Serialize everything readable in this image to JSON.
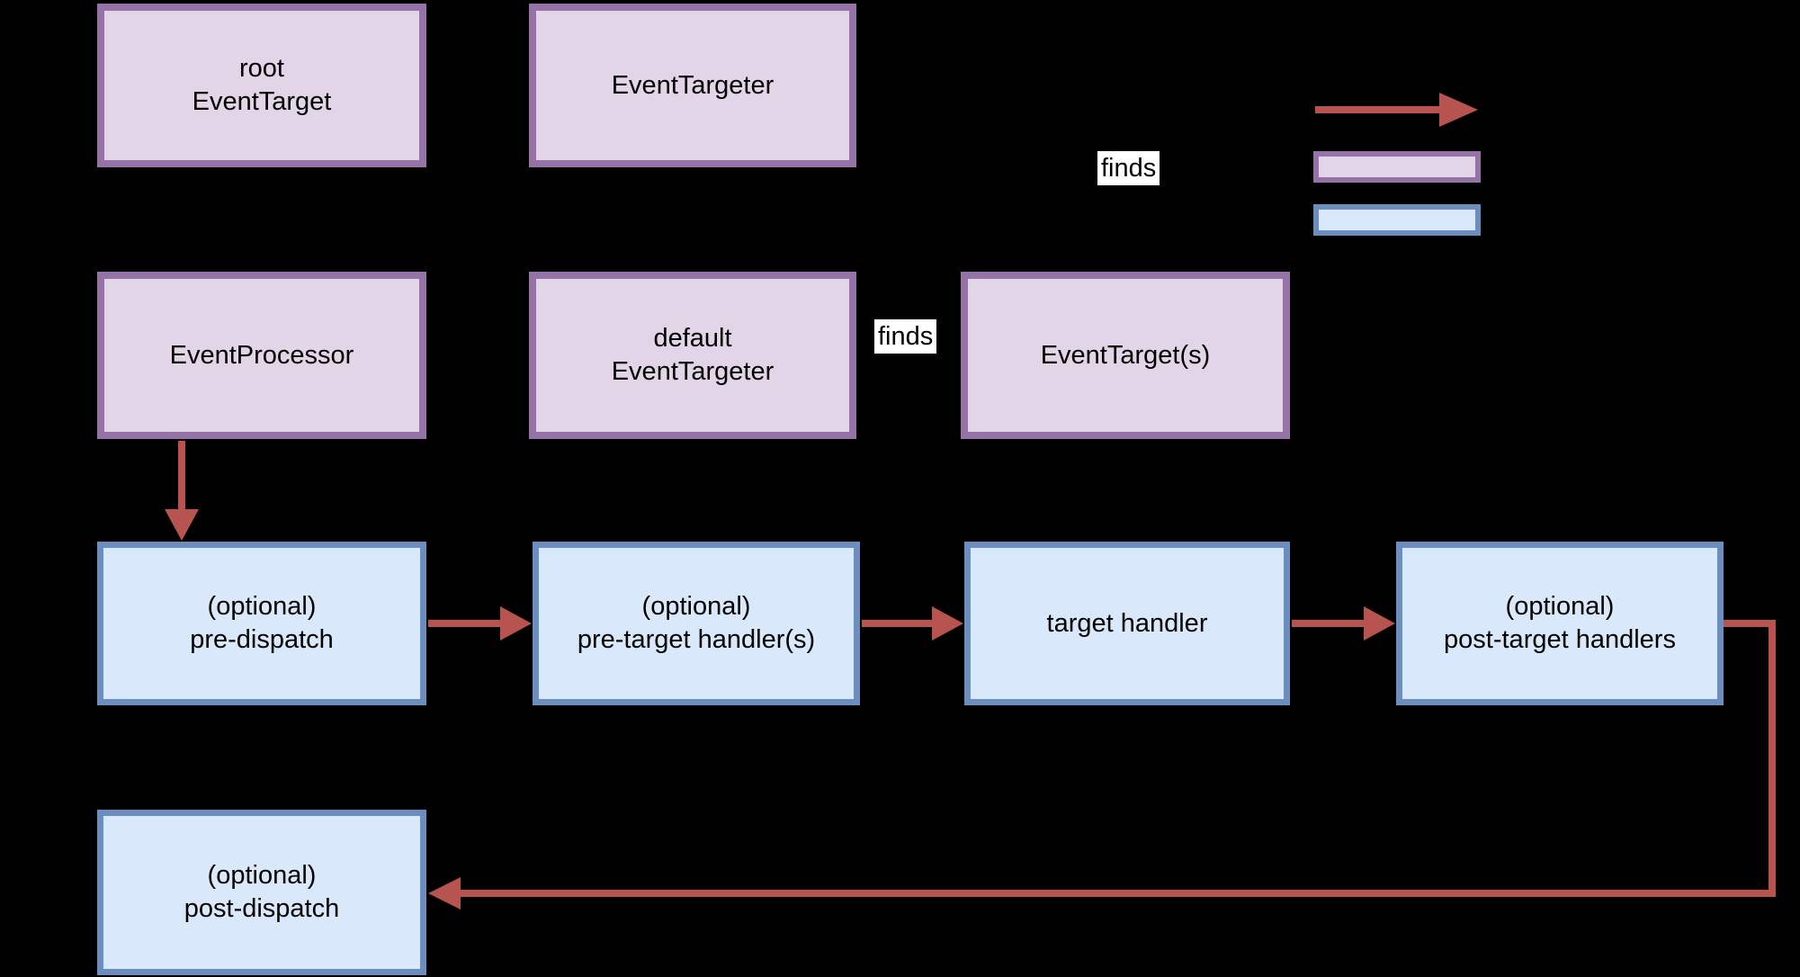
{
  "colors": {
    "background": "#000000",
    "purple_fill": "#e1d5e7",
    "purple_border": "#9673a6",
    "blue_fill": "#dae8fc",
    "blue_border": "#6c8ebf",
    "arrow_red": "#b85450",
    "label_text": "#000000",
    "finds_bg": "#ffffff"
  },
  "nodes": {
    "root_event_target": "root\nEventTarget",
    "event_targeter": "EventTargeter",
    "event_processor": "EventProcessor",
    "default_event_targeter": "default\nEventTargeter",
    "event_targets": "EventTarget(s)",
    "pre_dispatch": "(optional)\npre-dispatch",
    "pre_target_handlers": "(optional)\npre-target handler(s)",
    "target_handler": "target handler",
    "post_target_handlers": "(optional)\npost-target handlers",
    "post_dispatch": "(optional)\npost-dispatch"
  },
  "edge_labels": {
    "legend_finds": "finds",
    "targeter_finds": "finds"
  },
  "arrows": [
    "event-processor-to-pre-dispatch",
    "pre-dispatch-to-pre-target-handlers",
    "pre-target-handlers-to-target-handler",
    "target-handler-to-post-target-handlers",
    "post-target-handlers-to-post-dispatch",
    "legend-flow-arrow"
  ]
}
